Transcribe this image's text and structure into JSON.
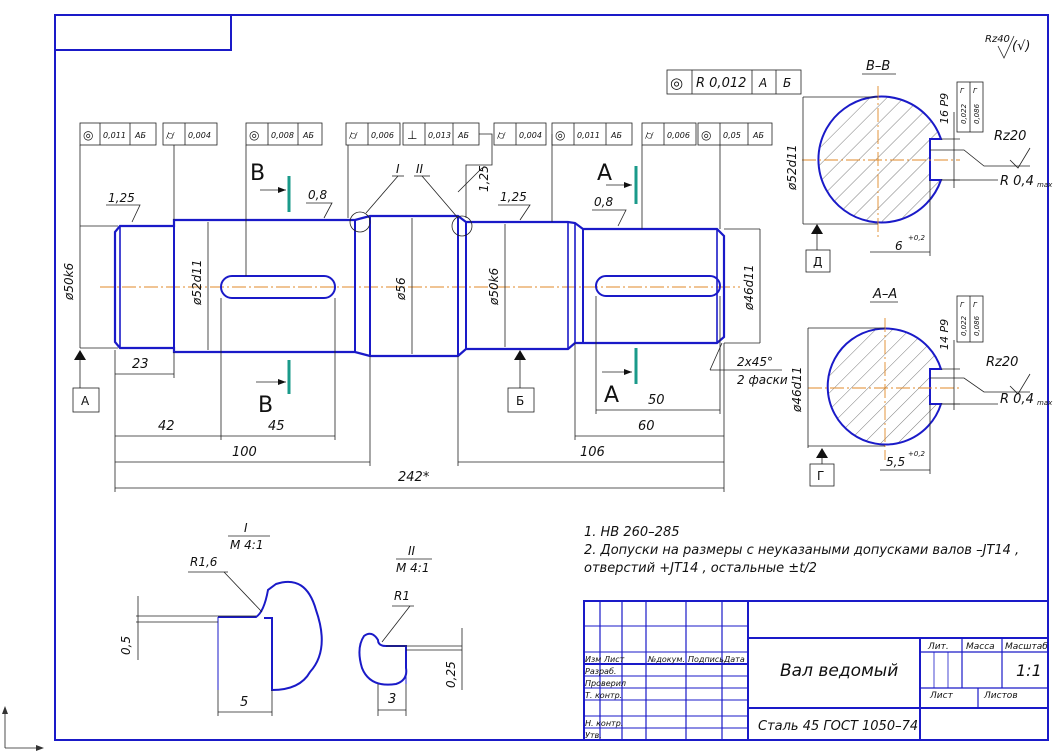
{
  "sheet": {
    "roughness_general": "Rz40",
    "roughness_symbol": "(√)"
  },
  "shaft": {
    "diameters": {
      "d1": "ø50k6",
      "d2": "ø52d11",
      "d3": "ø56",
      "d4": "ø50k6",
      "d5": "ø46d11"
    },
    "roughness": {
      "r1": "1,25",
      "r2": "0,8",
      "r3": "1,25",
      "r4": "1,25",
      "r5": "0,8"
    },
    "detail_marks": {
      "d1": "I",
      "d2": "II"
    },
    "sections": {
      "b_top": "В",
      "b_bottom": "В",
      "a_top": "А",
      "a_bottom": "А"
    },
    "datums": {
      "a": "А",
      "b": "Б",
      "d": "Д",
      "g": "Г"
    },
    "chamfer": {
      "value": "2х45°",
      "note": "2 фаски"
    },
    "dimensions": {
      "d23": "23",
      "d42": "42",
      "d45": "45",
      "d100": "100",
      "d242": "242*",
      "d106": "106",
      "d50": "50",
      "d60": "60"
    },
    "tolerance_frames": [
      {
        "symbol": "◎",
        "value": "0,011",
        "datum": "АБ"
      },
      {
        "symbol": "⌭",
        "value": "0,004",
        "datum": ""
      },
      {
        "symbol": "◎",
        "value": "0,008",
        "datum": "АБ"
      },
      {
        "symbol": "⌭",
        "value": "0,006",
        "datum": ""
      },
      {
        "symbol": "⊥",
        "value": "0,013",
        "datum": "АБ"
      },
      {
        "symbol": "⌭",
        "value": "0,004",
        "datum": ""
      },
      {
        "symbol": "◎",
        "value": "0,011",
        "datum": "АБ"
      },
      {
        "symbol": "⌭",
        "value": "0,006",
        "datum": ""
      },
      {
        "symbol": "◎",
        "value": "0,05",
        "datum": "АБ"
      }
    ],
    "runout_frame": {
      "symbol": "◎",
      "value": "R 0,012",
      "datum1": "А",
      "datum2": "Б"
    }
  },
  "section_vv": {
    "title": "В–В",
    "diameter": "ø52d11",
    "keyway_width": "16 Р9",
    "depth": "6",
    "depth_tol": "+0,2",
    "roughness": "Rz20",
    "radius": "R 0,4",
    "radius_sub": "max",
    "tol_a": "0,022",
    "tol_b": "0,086",
    "tol_a_datum": "Г",
    "tol_b_datum": "Г"
  },
  "section_aa": {
    "title": "А–А",
    "diameter": "ø46d11",
    "keyway_width": "14 Р9",
    "depth": "5,5",
    "depth_tol": "+0,2",
    "roughness": "Rz20",
    "radius": "R 0,4",
    "radius_sub": "max",
    "tol_a": "0,022",
    "tol_b": "0,086",
    "tol_a_datum": "Г",
    "tol_b_datum": "Г"
  },
  "detail_I": {
    "mark": "I",
    "scale": "М 4:1",
    "radius": "R1,6",
    "height": "0,5",
    "width": "5"
  },
  "detail_II": {
    "mark": "II",
    "scale": "М 4:1",
    "radius": "R1",
    "height": "0,25",
    "width": "3"
  },
  "notes": {
    "line1": "1. НВ 260–285",
    "line2": "2. Допуски на размеры с неуказаными допусками валов –JT14 ,",
    "line3": "отверстий +JT14 , остальные ±t/2"
  },
  "title_block": {
    "name": "Вал ведомый",
    "material": "Сталь 45 ГОСТ 1050–74",
    "lit": "Лит.",
    "mass": "Масса",
    "scale_label": "Масштаб",
    "scale_value": "1:1",
    "sheet": "Лист",
    "sheets": "Листов",
    "cols": {
      "izm": "Изм",
      "list": "Лист",
      "doc": "№докум.",
      "sign": "Подпись",
      "date": "Дата"
    },
    "rows": {
      "razrab": "Разраб.",
      "prover": "Проверил",
      "tkontr": "Т. контр.",
      "nkontr": "Н. контр.",
      "utv": "Утв."
    }
  }
}
